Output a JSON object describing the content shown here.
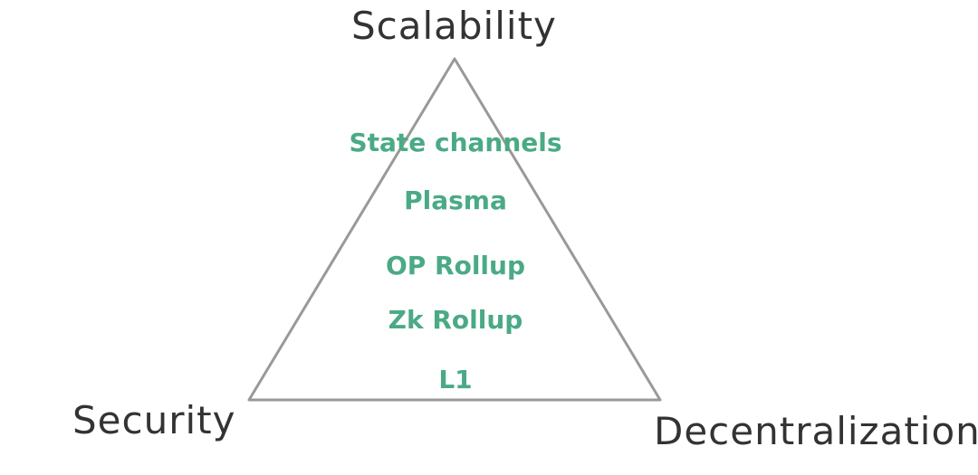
{
  "axes": {
    "top": "Scalability",
    "left": "Security",
    "right": "Decentralization"
  },
  "layers": [
    "State channels",
    "Plasma",
    "OP Rollup",
    "Zk Rollup",
    "L1"
  ],
  "colors": {
    "axis_text": "#333333",
    "triangle_stroke": "#999999",
    "layer_text": "#4aaa85",
    "background": "#ffffff"
  }
}
